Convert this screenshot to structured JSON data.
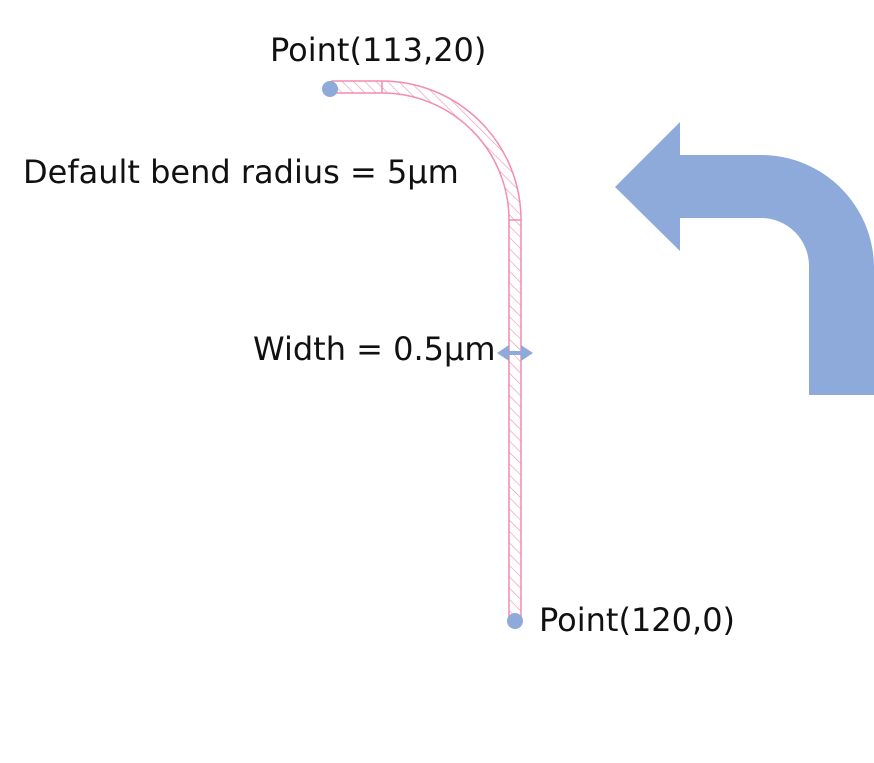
{
  "labels": {
    "start_point": "Point(113,20)",
    "bend_radius": "Default bend radius = 5μm",
    "width": "Width = 0.5μm",
    "end_point": "Point(120,0)"
  },
  "colors": {
    "waveguide_stroke": "#f28cb0",
    "point_marker": "#8eaadb",
    "direction_arrow": "#8eaadb",
    "width_arrow": "#8eaadb",
    "text": "#111111"
  },
  "icons": {
    "direction_arrow": "turn-left-arrow-icon",
    "width_arrow": "double-headed-arrow-icon"
  }
}
